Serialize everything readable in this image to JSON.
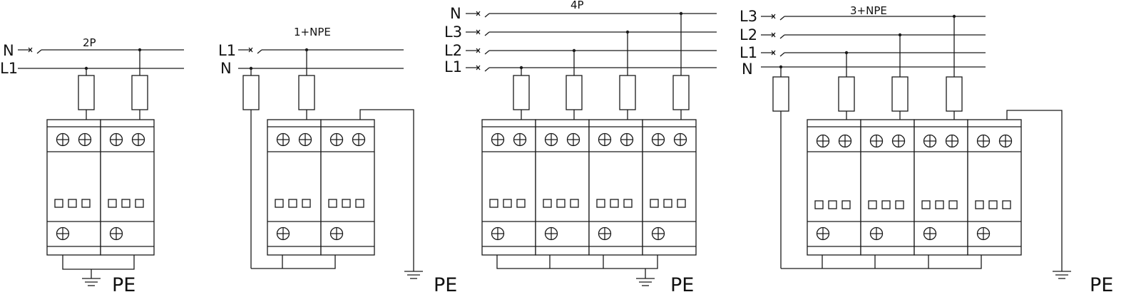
{
  "diagrams": [
    {
      "title": "2P",
      "lines": [
        "N",
        "L1"
      ],
      "ground_label": "PE",
      "fuses": [
        "",
        ""
      ],
      "modules": 2
    },
    {
      "title": "1+NPE",
      "lines": [
        "L1",
        "N"
      ],
      "ground_label": "PE",
      "fuses": [
        "",
        ""
      ],
      "modules": 2
    },
    {
      "title": "4P",
      "lines": [
        "N",
        "L3",
        "L2",
        "L1"
      ],
      "ground_label": "PE",
      "fuses": [
        "",
        "",
        "",
        ""
      ],
      "modules": 4
    },
    {
      "title": "3+NPE",
      "lines": [
        "L3",
        "L2",
        "L1",
        "N"
      ],
      "ground_label": "PE",
      "fuses": [
        "",
        "",
        "",
        ""
      ],
      "modules": 4
    }
  ],
  "colors": {
    "stroke": "#1a1a1a",
    "background": "#ffffff"
  },
  "icons": [
    "terminal-screw-icon",
    "indicator-square-icon",
    "ground-symbol-icon",
    "switch-icon"
  ]
}
